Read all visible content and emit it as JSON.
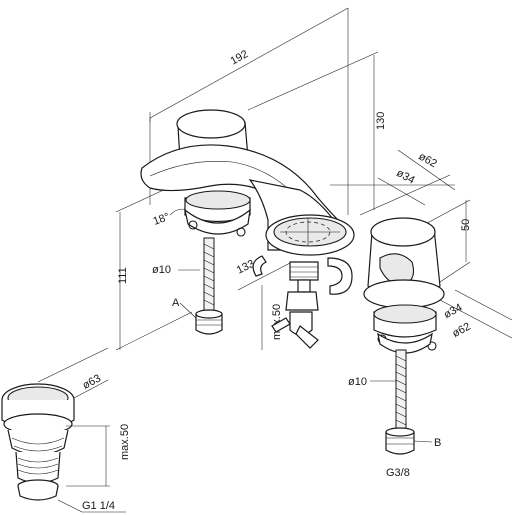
{
  "dimensions": {
    "total_width": "192",
    "spout_height": "130",
    "outer_diameter_top": "ø62",
    "inner_diameter_top": "ø34",
    "spout_angle": "18°",
    "hose_diameter_left": "ø10",
    "base_height": "111",
    "spout_reach": "133",
    "drain_max": "max.50",
    "handle_height": "50",
    "inner_diameter_right": "ø34",
    "outer_diameter_right": "ø62",
    "hose_diameter_right": "ø10",
    "drain_diameter": "ø63",
    "drain_max_small": "max.50",
    "drain_thread": "G1 1/4",
    "hose_thread": "G3/8"
  },
  "labels": {
    "marker_a": "A",
    "marker_b": "B"
  }
}
